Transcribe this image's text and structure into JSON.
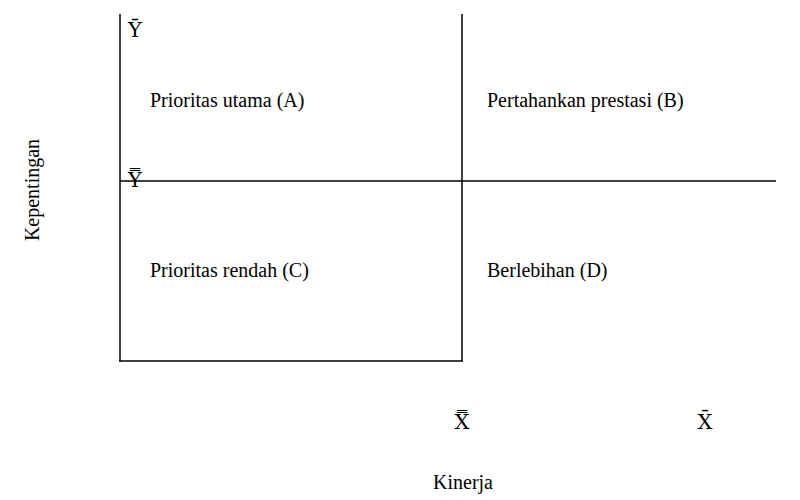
{
  "diagram": {
    "labels": [
      "Ȳ",
      "Y̿",
      "Kepentingan",
      "Prioritas utama (A)",
      "Pertahankan prestasi (B)",
      "Prioritas rendah (C)",
      "Berlebihan (D)",
      "X̿",
      "X̄",
      "Kinerja"
    ]
  }
}
